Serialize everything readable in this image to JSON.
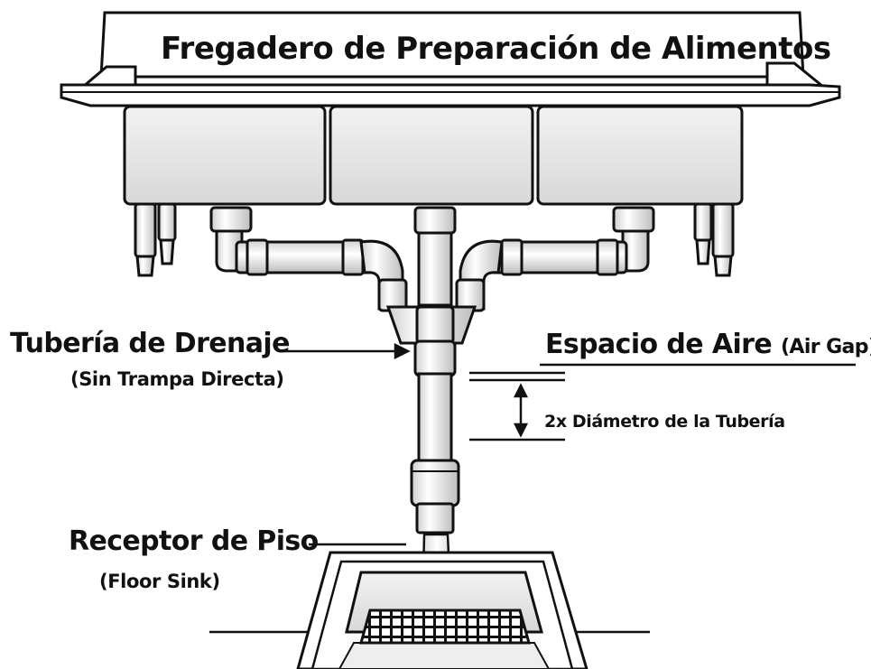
{
  "title": "Fregadero de Preparación de Alimentos",
  "labels": {
    "drain_pipe": "Tubería de Drenaje",
    "drain_pipe_note": "(Sin Trampa Directa)",
    "air_gap": "Espacio de Aire",
    "air_gap_en": "(Air Gap)",
    "gap_measure": "2x Diámetro de la Tubería",
    "floor_receptor": "Receptor de Piso",
    "floor_receptor_en": "(Floor Sink)"
  },
  "colors": {
    "ink": "#111111",
    "paper": "#ffffff",
    "shade": "#e6e6e6",
    "grate": "#111111"
  },
  "icons": {
    "gap_arrow": "double-headed-arrow-icon",
    "pointer_arrow": "arrow-right-icon"
  }
}
